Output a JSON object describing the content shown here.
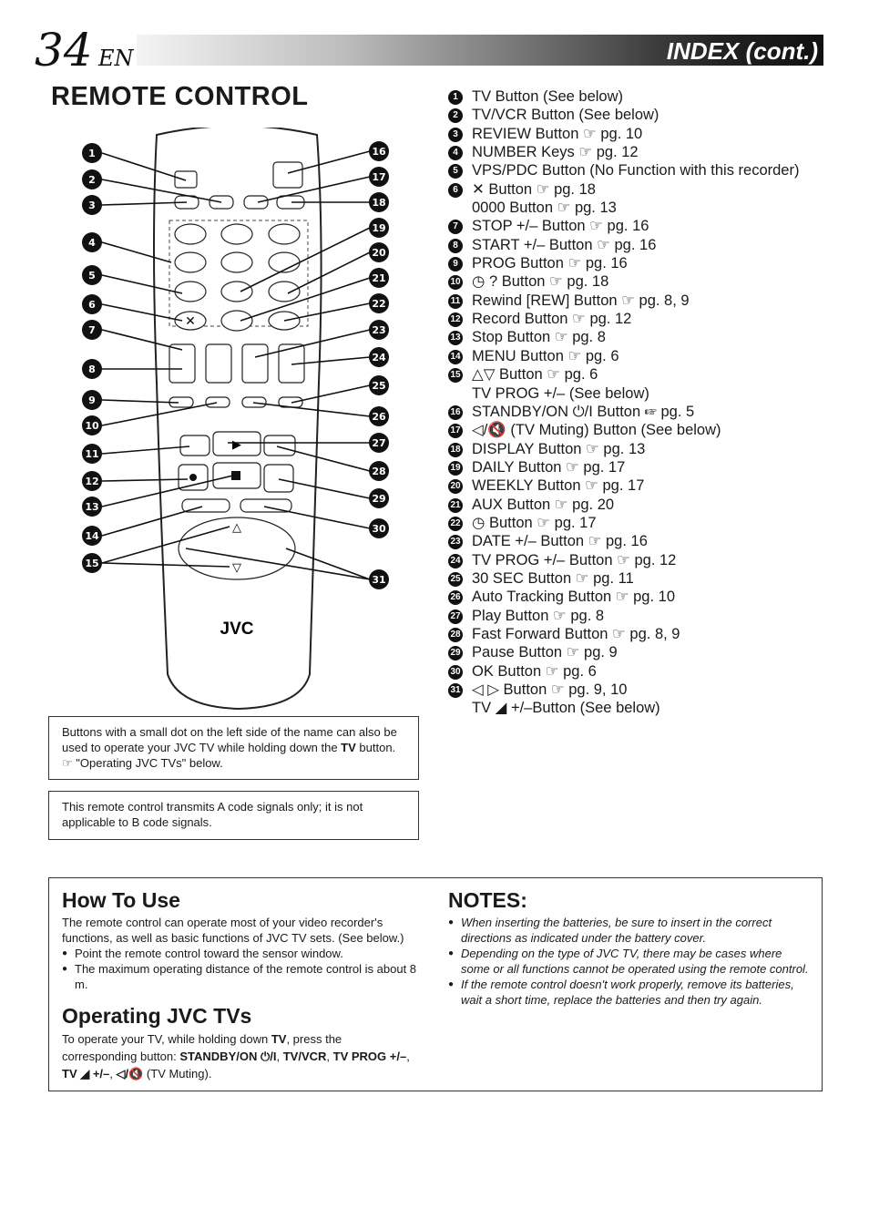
{
  "header": {
    "page_number": "34",
    "lang": "EN",
    "title": "INDEX (cont.)"
  },
  "section_title": "REMOTE CONTROL",
  "remote": {
    "brand": "JVC"
  },
  "legend": [
    {
      "n": "1",
      "text": "TV Button (See below)"
    },
    {
      "n": "2",
      "text": "TV/VCR Button (See below)"
    },
    {
      "n": "3",
      "text": "REVIEW Button ☞ pg. 10"
    },
    {
      "n": "4",
      "text": "NUMBER Keys ☞ pg. 12"
    },
    {
      "n": "5",
      "text": "VPS/PDC Button (No Function with this recorder)"
    },
    {
      "n": "6",
      "text": "✕ Button ☞ pg. 18"
    },
    {
      "n": "",
      "text": "0000 Button ☞ pg. 13"
    },
    {
      "n": "7",
      "text": "STOP +/– Button ☞ pg. 16"
    },
    {
      "n": "8",
      "text": "START +/– Button ☞ pg. 16"
    },
    {
      "n": "9",
      "text": "PROG Button ☞ pg. 16"
    },
    {
      "n": "10",
      "text": "◷ ? Button ☞ pg. 18"
    },
    {
      "n": "11",
      "text": "Rewind [REW] Button ☞ pg. 8, 9"
    },
    {
      "n": "12",
      "text": "Record Button ☞ pg. 12"
    },
    {
      "n": "13",
      "text": "Stop Button ☞ pg. 8"
    },
    {
      "n": "14",
      "text": "MENU Button ☞ pg. 6"
    },
    {
      "n": "15",
      "text": "△▽ Button ☞ pg. 6"
    },
    {
      "n": "",
      "text": "TV PROG +/– (See below)"
    },
    {
      "n": "16",
      "text": "STANDBY/ON ⏻/I Button ☞ pg. 5"
    },
    {
      "n": "17",
      "text": "◁/🔇 (TV Muting) Button (See below)"
    },
    {
      "n": "18",
      "text": "DISPLAY Button ☞ pg. 13"
    },
    {
      "n": "19",
      "text": "DAILY Button ☞ pg. 17"
    },
    {
      "n": "20",
      "text": "WEEKLY Button ☞ pg. 17"
    },
    {
      "n": "21",
      "text": "AUX Button ☞ pg. 20"
    },
    {
      "n": "22",
      "text": "◷ Button ☞ pg. 17"
    },
    {
      "n": "23",
      "text": "DATE +/– Button ☞ pg. 16"
    },
    {
      "n": "24",
      "text": "TV PROG +/– Button ☞ pg. 12"
    },
    {
      "n": "25",
      "text": "30 SEC Button ☞ pg. 11"
    },
    {
      "n": "26",
      "text": "Auto Tracking Button ☞ pg. 10"
    },
    {
      "n": "27",
      "text": "Play Button ☞ pg. 8"
    },
    {
      "n": "28",
      "text": "Fast Forward Button ☞ pg. 8, 9"
    },
    {
      "n": "29",
      "text": "Pause Button ☞ pg. 9"
    },
    {
      "n": "30",
      "text": "OK Button ☞ pg. 6"
    },
    {
      "n": "31",
      "text": "◁ ▷ Button ☞ pg. 9, 10"
    },
    {
      "n": "",
      "text": "TV ◢ +/–Button (See below)"
    }
  ],
  "note1": {
    "text_before": "Buttons with a small dot on the left side of the name can also be used to operate your JVC TV while holding down the ",
    "bold": "TV",
    "text_after": " button. ☞ \"Operating JVC TVs\" below."
  },
  "note2": "This remote control transmits A code signals only; it is not applicable to B code signals.",
  "how_to_use": {
    "title": "How To Use",
    "intro": "The remote control can operate most of your video recorder's functions, as well as basic functions of JVC TV sets. (See below.)",
    "bullets": [
      "Point the remote control toward the sensor window.",
      "The maximum operating distance of the remote control is about 8 m."
    ]
  },
  "operating": {
    "title": "Operating JVC TVs",
    "text1": "To operate your TV, while holding down ",
    "tv": "TV",
    "text2": ", press the corresponding button: ",
    "b1": "STANDBY/ON ⏻/I",
    "b2": "TV/VCR",
    "b3": "TV PROG +/–",
    "b4": "TV ◢ +/–",
    "b5": "◁/🔇",
    "text3": " (TV Muting)."
  },
  "notes": {
    "title": "NOTES:",
    "items": [
      "When inserting the batteries, be sure to insert in the correct directions as indicated under the battery cover.",
      "Depending on the type of JVC TV, there may be cases where some or all functions cannot be operated using the remote control.",
      "If the remote control doesn't work properly, remove its batteries, wait a short time, replace the batteries and then try again."
    ]
  }
}
